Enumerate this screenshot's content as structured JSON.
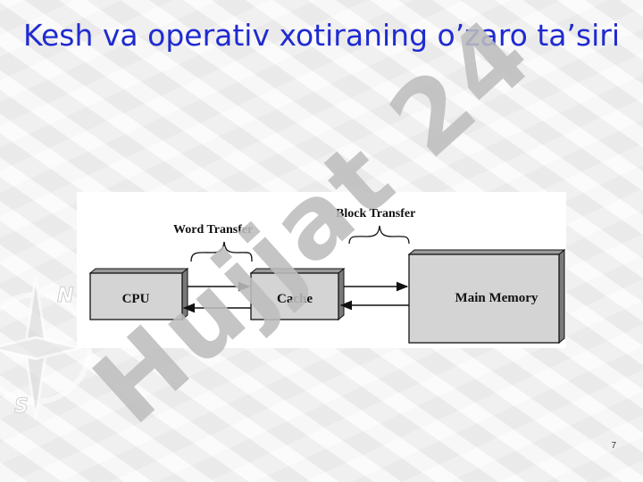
{
  "slide": {
    "title": "Kesh va operativ xotiraning o’zaro ta’siri",
    "page_number": "7"
  },
  "diagram": {
    "word_transfer_label": "Word Transfer",
    "block_transfer_label": "Block Transfer",
    "cpu_label": "CPU",
    "cache_label": "Cache",
    "main_memory_label": "Main Memory"
  },
  "watermark": {
    "text": "Hujjat 24",
    "color": "#bdbdbd"
  },
  "compass": {
    "north": "N",
    "south": "S"
  }
}
